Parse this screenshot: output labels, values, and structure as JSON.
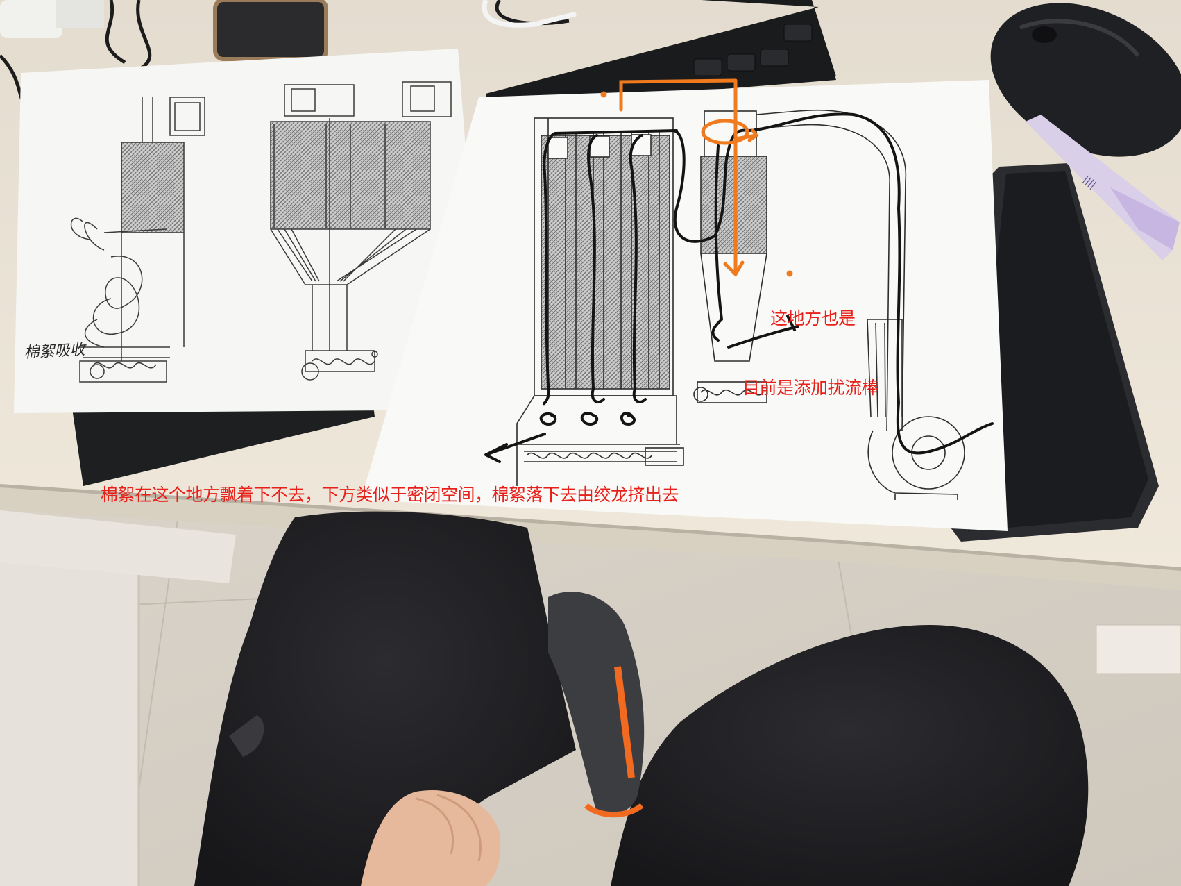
{
  "photo": {
    "annotations": {
      "bottom_note": "棉絮在这个地方飘着下不去，下方类似于密闭空间，棉絮落下去由绞龙挤出去",
      "right_note_1": "这地方也是",
      "right_note_2": "目前是添加扰流棒"
    },
    "handwriting": {
      "left_sheet_label": "棉絮吸收"
    },
    "colors": {
      "annotation_text": "#e8201a",
      "orange_marker": "#f07a1e",
      "black_marker": "#141414",
      "desk": "#ece4d6",
      "paper": "#f8f8f6",
      "keyboard": "#1a1b1d",
      "floor": "#d6d0c6",
      "trousers": "#232326",
      "skin": "#e7b99c"
    },
    "icons": {
      "mouse": "computer-mouse-icon",
      "lighter": "lighter-icon",
      "tablet": "tablet-icon",
      "keyboard": "keyboard-icon",
      "shoe": "sneaker-icon"
    }
  }
}
